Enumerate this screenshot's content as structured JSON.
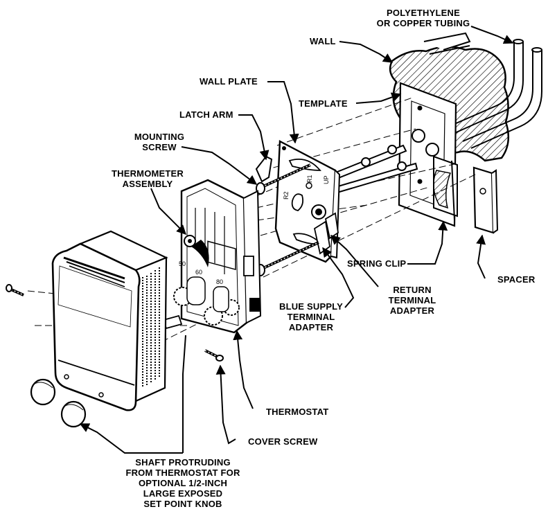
{
  "labels": {
    "tubing": [
      "POLYETHYLENE",
      "OR COPPER TUBING"
    ],
    "wall": "WALL",
    "wall_plate": "WALL PLATE",
    "template": "TEMPLATE",
    "latch_arm": "LATCH ARM",
    "mounting_screw": [
      "MOUNTING",
      "SCREW"
    ],
    "thermometer_assembly": [
      "THERMOMETER",
      "ASSEMBLY"
    ],
    "spring_clip": "SPRING CLIP",
    "spacer": "SPACER",
    "return_adapter": [
      "RETURN",
      "TERMINAL",
      "ADAPTER"
    ],
    "blue_supply_adapter": [
      "BLUE SUPPLY",
      "TERMINAL",
      "ADAPTER"
    ],
    "thermostat": "THERMOSTAT",
    "cover_screw": "COVER SCREW",
    "shaft_note": [
      "SHAFT PROTRUDING",
      "FROM THERMOSTAT FOR",
      "OPTIONAL 1/2-INCH",
      "LARGE EXPOSED",
      "SET POINT KNOB"
    ]
  },
  "plate_marks": {
    "r1": "R1",
    "r2": "R2",
    "up": "UP"
  },
  "scale_marks": [
    "50",
    "60",
    "80"
  ]
}
